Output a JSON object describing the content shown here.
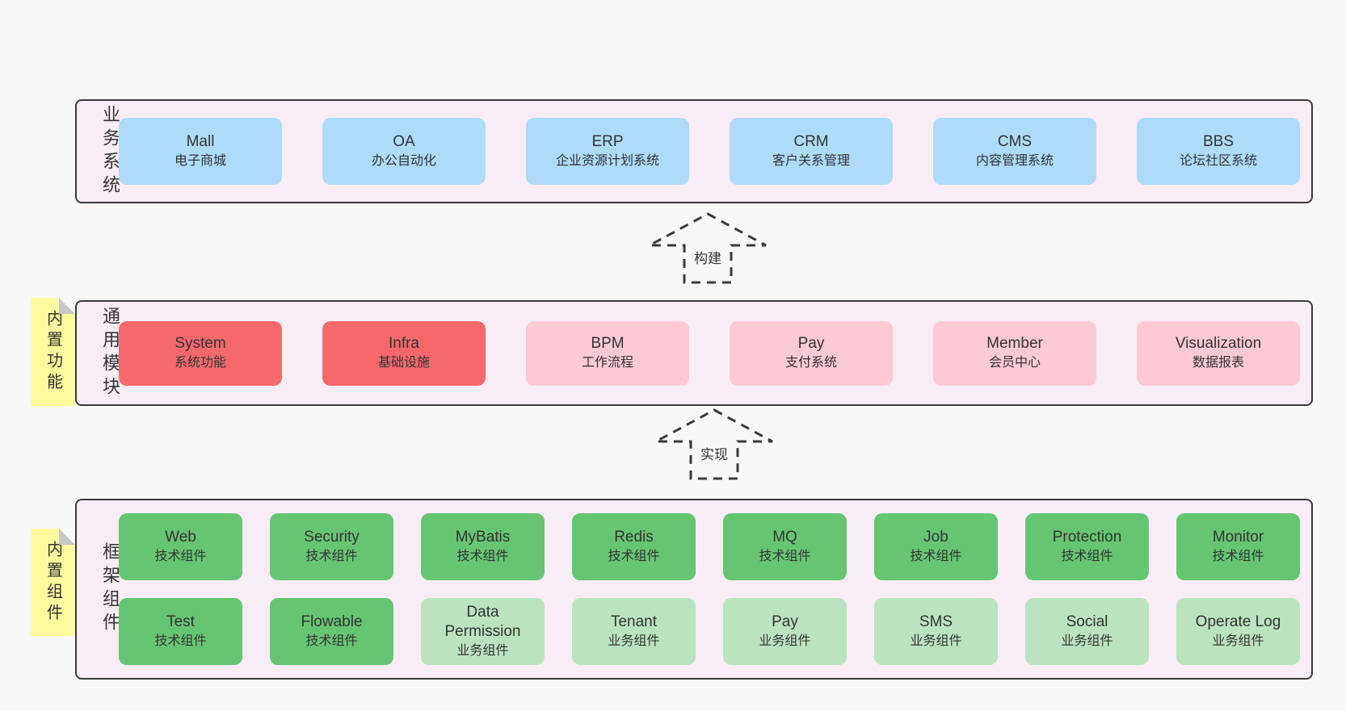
{
  "colors": {
    "page-bg": "#f8f8f8",
    "container-bg": "#f8edf5",
    "line": "#3a3a3a",
    "text": "#333333",
    "blue": "#aedbfa",
    "red": "#f5696d",
    "pink": "#fcc9d5",
    "green": "#66c573",
    "green-light": "#bae4c0",
    "sticky": "#fbfb9d",
    "fold": "#c8c8c8"
  },
  "arrows": [
    {
      "label": "构建"
    },
    {
      "label": "实现"
    }
  ],
  "layers": [
    {
      "id": "business-systems",
      "label": "业务系统",
      "sticky": null,
      "rows": [
        [
          {
            "name": "Mall",
            "desc": "电子商城",
            "type": "blue"
          },
          {
            "name": "OA",
            "desc": "办公自动化",
            "type": "blue"
          },
          {
            "name": "ERP",
            "desc": "企业资源计划系统",
            "type": "blue"
          },
          {
            "name": "CRM",
            "desc": "客户关系管理",
            "type": "blue"
          },
          {
            "name": "CMS",
            "desc": "内容管理系统",
            "type": "blue"
          },
          {
            "name": "BBS",
            "desc": "论坛社区系统",
            "type": "blue"
          }
        ]
      ]
    },
    {
      "id": "common-modules",
      "label": "通用模块",
      "sticky": "内置功能",
      "rows": [
        [
          {
            "name": "System",
            "desc": "系统功能",
            "type": "red"
          },
          {
            "name": "Infra",
            "desc": "基础设施",
            "type": "red"
          },
          {
            "name": "BPM",
            "desc": "工作流程",
            "type": "pink"
          },
          {
            "name": "Pay",
            "desc": "支付系统",
            "type": "pink"
          },
          {
            "name": "Member",
            "desc": "会员中心",
            "type": "pink"
          },
          {
            "name": "Visualization",
            "desc": "数据报表",
            "type": "pink"
          }
        ]
      ]
    },
    {
      "id": "framework-components",
      "label": "框架组件",
      "sticky": "内置组件",
      "rows": [
        [
          {
            "name": "Web",
            "desc": "技术组件",
            "type": "green"
          },
          {
            "name": "Security",
            "desc": "技术组件",
            "type": "green"
          },
          {
            "name": "MyBatis",
            "desc": "技术组件",
            "type": "green"
          },
          {
            "name": "Redis",
            "desc": "技术组件",
            "type": "green"
          },
          {
            "name": "MQ",
            "desc": "技术组件",
            "type": "green"
          },
          {
            "name": "Job",
            "desc": "技术组件",
            "type": "green"
          },
          {
            "name": "Protection",
            "desc": "技术组件",
            "type": "green"
          },
          {
            "name": "Monitor",
            "desc": "技术组件",
            "type": "green"
          }
        ],
        [
          {
            "name": "Test",
            "desc": "技术组件",
            "type": "green"
          },
          {
            "name": "Flowable",
            "desc": "技术组件",
            "type": "green"
          },
          {
            "name": "Data Permission",
            "desc": "业务组件",
            "type": "green-light"
          },
          {
            "name": "Tenant",
            "desc": "业务组件",
            "type": "green-light"
          },
          {
            "name": "Pay",
            "desc": "业务组件",
            "type": "green-light"
          },
          {
            "name": "SMS",
            "desc": "业务组件",
            "type": "green-light"
          },
          {
            "name": "Social",
            "desc": "业务组件",
            "type": "green-light"
          },
          {
            "name": "Operate Log",
            "desc": "业务组件",
            "type": "green-light"
          }
        ]
      ]
    }
  ]
}
